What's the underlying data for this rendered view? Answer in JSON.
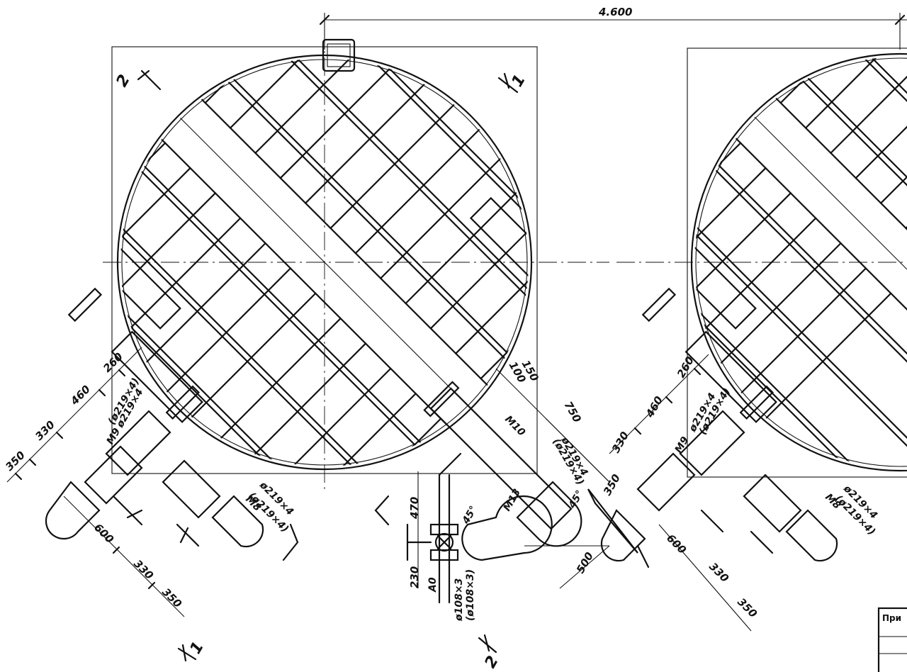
{
  "overall_dimension": "4.600",
  "section_marks": {
    "top_left": "2",
    "top_right": "1",
    "bottom_left": "1",
    "bottom_center": "2"
  },
  "left_unit": {
    "dims_outlet": [
      "350",
      "330",
      "460",
      "260"
    ],
    "dims_bottom": [
      "600",
      "330",
      "350"
    ],
    "outlet_mark": "M9",
    "outlet_pipe": "ø219×4",
    "outlet_pipe_alt": "(ø219×4)",
    "inlet_mark": "M8",
    "inlet_pipe": "ø219×4",
    "inlet_pipe_alt": "(ø219×4)"
  },
  "center_branch": {
    "dims": [
      "100",
      "150",
      "750"
    ],
    "mark": "M10",
    "pipe": "ø219×4",
    "pipe_alt": "(ø219×4)",
    "elbow_mark": "M13",
    "angle": "45°",
    "angle_2": "45°",
    "dim_470": "470",
    "dim_500": "500",
    "dim_230": "230",
    "valve_mark": "A0",
    "drain_pipe": "ø108×3",
    "drain_pipe_alt": "(ø108×3)"
  },
  "right_unit": {
    "dims_outlet": [
      "330",
      "460",
      "260"
    ],
    "dim_350": "350",
    "dims_bottom": [
      "600",
      "330",
      "350"
    ],
    "outlet_mark": "M9",
    "outlet_pipe": "ø219×4",
    "outlet_pipe_alt": "(ø219×4)",
    "inlet_mark": "M8",
    "inlet_pipe": "ø219×4",
    "inlet_pipe_alt": "(ø219×4)"
  },
  "stamp": {
    "label": "При"
  }
}
